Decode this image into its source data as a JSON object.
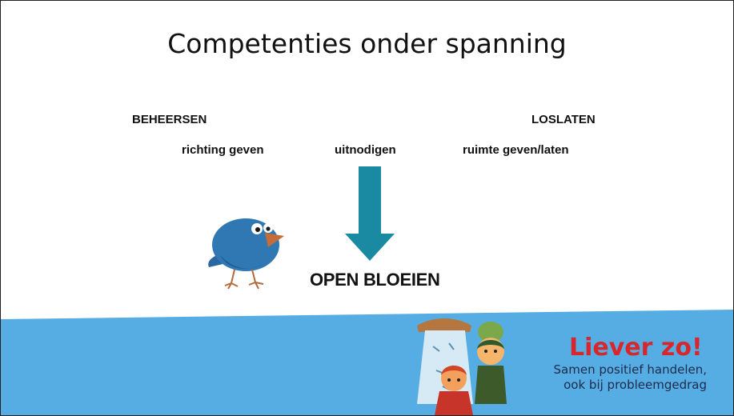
{
  "slide": {
    "title": "Competenties onder spanning",
    "left_pole": "BEHEERSEN",
    "right_pole": "LOSLATEN",
    "left_item": "richting geven",
    "center_item": "uitnodigen",
    "right_item": "ruimte geven/laten",
    "result": "OPEN BLOEIEN"
  },
  "brand": {
    "title": "Liever zo!",
    "subtitle_line1": "Samen positief handelen,",
    "subtitle_line2": "ook bij probleemgedrag"
  },
  "colors": {
    "arrow": "#1a8aa3",
    "bird": "#2f78b4",
    "band": "#55ade3",
    "brand_red": "#d8262d"
  },
  "icons": [
    "bird-icon",
    "down-arrow-icon",
    "mascot-illustration"
  ]
}
